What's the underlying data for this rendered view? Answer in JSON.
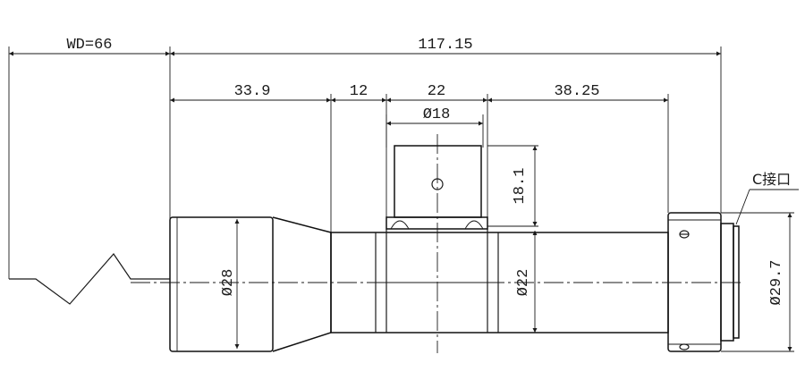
{
  "dimensions": {
    "wd": "WD=66",
    "total_length": "117.15",
    "seg1": "33.9",
    "seg2": "12",
    "seg3": "22",
    "seg4": "38.25",
    "port_dia": "Ø18",
    "port_height": "18.1",
    "front_dia": "Ø28",
    "mid_dia": "Ø22",
    "mount_dia": "Ø29.7"
  },
  "labels": {
    "mount": "C接口"
  }
}
